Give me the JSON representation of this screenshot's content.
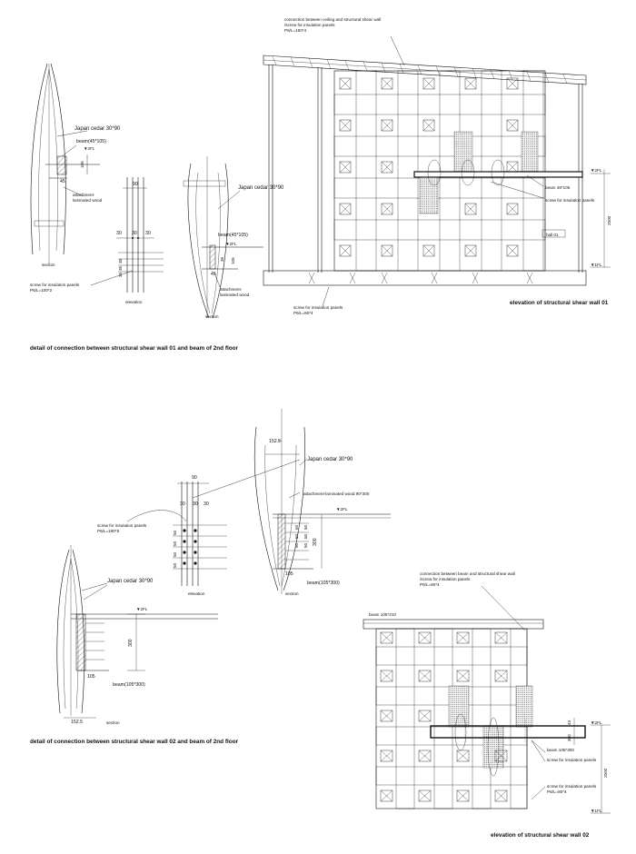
{
  "top": {
    "left_section_label": "section",
    "left_japan_cedar": "Japan cedar 30*90",
    "left_beam": "beam(45*105)",
    "left_2fl": "2FL",
    "left_105": "105",
    "left_45": "45",
    "left_attachment": "attachment-",
    "left_attachment2": "laminated wood",
    "elev_dim_90": "90",
    "elev_dim_30a": "30",
    "elev_dim_30b": "30",
    "elev_dim_30c": "30",
    "elev_dim_35a": "35",
    "elev_dim_35b": "35",
    "elev_dim_35c": "35",
    "elev_label": "elevation",
    "screw_label": "screw for insulation panels",
    "screw_spec": "P6/L=100*2",
    "right_japan_cedar": "Japan cedar 30*90",
    "right_beam": "beam(45*105)",
    "right_2fl": "2FL",
    "right_35": "35",
    "right_105": "105",
    "right_45": "45",
    "right_attachment": "attachment-",
    "right_attachment2": "laminated wood",
    "right_section_label": "section",
    "caption": "detail of connection between structural shear wall 01 and beam of 2nd floor"
  },
  "wall01": {
    "ceiling_note1": "connection between ceiling and structural shear wall",
    "ceiling_note2": "/screw for insulation panels",
    "ceiling_note3": "P6/L=150*4",
    "fl2": "2FL",
    "beam": "beam 45*105",
    "screw": "screw for insulation panels",
    "hall": "hall 01",
    "dim": "2500",
    "fl1": "1FL",
    "bottom_note1": "screw for insulation panels",
    "bottom_note2": "P6/L=80*4",
    "caption": "elevation of structural shear wall 01"
  },
  "bottom": {
    "dim_152a": "152.5",
    "japan_cedar_top": "Japan cedar 30*90",
    "attachment_top": "attachment-laminated wood 90*300",
    "fl2_top": "2FL",
    "dims_50": [
      "50",
      "50",
      "50",
      "50",
      "50",
      "50"
    ],
    "dim_300_top": "300",
    "dim_105_top": "105",
    "beam_top": "beam(105*300)",
    "section_top": "section",
    "elev_90": "90",
    "elev_30a": "30",
    "elev_30b": "30",
    "elev_30c": "30",
    "elev_50s": [
      "50",
      "50",
      "50",
      "50"
    ],
    "elev_label": "elevation",
    "screw1": "screw for insulation panels",
    "screw1_spec": "P6/L=180*5",
    "japan_cedar_left": "Japan cedar 30*90",
    "fl2_left": "2FL",
    "dim_300_left": "300",
    "dim_105_left": "105",
    "beam_left": "beam(105*300)",
    "dim_152b": "152.5",
    "section_left": "section",
    "caption": "detail of connection between structural shear wall 02 and beam of 2nd floor"
  },
  "wall02": {
    "note1": "connection between beam and structural shear wall",
    "note2": "/screw for insulation panels",
    "note3": "P6/L=80*4",
    "beam_top": "beam 105*210",
    "fl2": "2FL",
    "dim_300": "300",
    "dim_43": "43",
    "beam": "beam 105*300",
    "screw": "screw for insulation panels",
    "dim_2500": "2500",
    "screw2": "screw for insulation panels",
    "screw2_spec": "P6/L=80*4",
    "fl1": "1FL",
    "caption": "elevation of structural shear wall 02"
  }
}
